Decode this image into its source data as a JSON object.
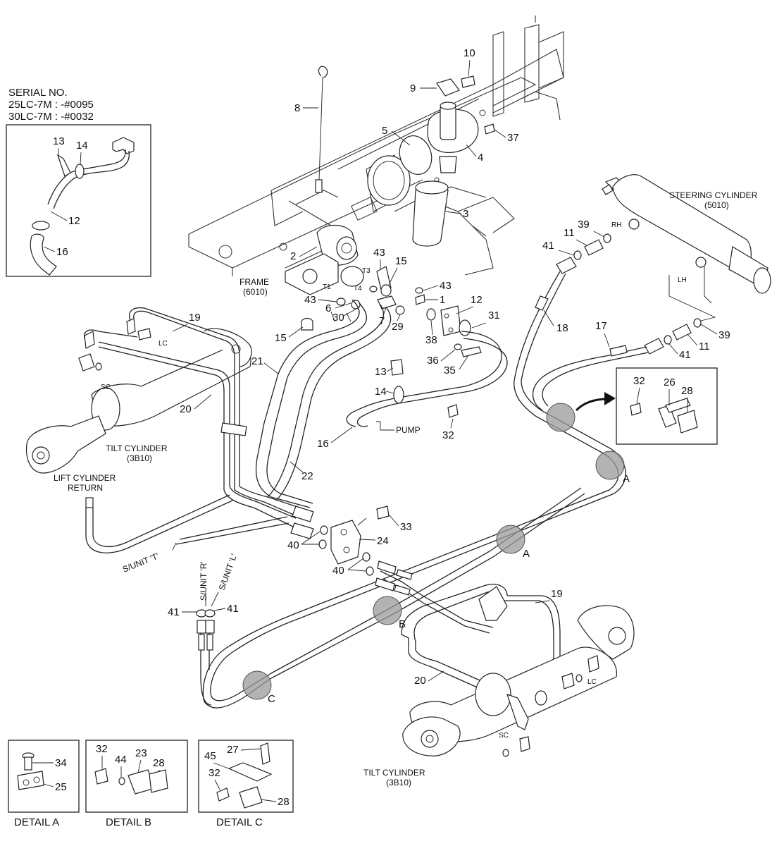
{
  "serial": {
    "title": "SERIAL NO.",
    "line1": "25LC-7M : -#0095",
    "line2": "30LC-7M : -#0032"
  },
  "components": {
    "steering_cylinder": "STEERING CYLINDER",
    "steering_cylinder_code": "(5010)",
    "frame": "FRAME",
    "frame_code": "(6010)",
    "tilt_cylinder": "TILT CYLINDER",
    "tilt_cylinder_code": "(3B10)",
    "tilt_cylinder_lower": "TILT CYLINDER",
    "tilt_cylinder_lower_code": "(3B10)",
    "lift_return_1": "LIFT CYLINDER",
    "lift_return_2": "RETURN",
    "pump": "PUMP",
    "sunit_t": "S/UNIT 'T'",
    "sunit_r": "S/UNIT 'R'",
    "sunit_l": "S/UNIT 'L'"
  },
  "ports": {
    "rh": "RH",
    "lh": "LH",
    "t1": "T1",
    "t3": "T3",
    "t4": "T4",
    "lc_upper": "LC",
    "sc_upper": "SC",
    "lc_lower": "LC",
    "sc_lower": "SC"
  },
  "detail_letters": {
    "a1": "A",
    "a2": "A",
    "b": "B",
    "c": "C"
  },
  "details": {
    "a": {
      "caption": "DETAIL A",
      "parts": [
        "34",
        "25"
      ]
    },
    "b": {
      "caption": "DETAIL B",
      "parts": [
        "32",
        "44",
        "23",
        "28"
      ]
    },
    "c": {
      "caption": "DETAIL C",
      "parts": [
        "27",
        "45",
        "32",
        "28"
      ]
    }
  },
  "callouts": {
    "p1": "1",
    "p2": "2",
    "p3": "3",
    "p4": "4",
    "p5": "5",
    "p6": "6",
    "p7": "7",
    "p8": "8",
    "p9": "9",
    "p10": "10",
    "p11a": "11",
    "p11b": "11",
    "p12a": "12",
    "p12b": "12",
    "p13a": "13",
    "p13b": "13",
    "p14a": "14",
    "p14b": "14",
    "p15a": "15",
    "p15b": "15",
    "p16a": "16",
    "p16b": "16",
    "p17": "17",
    "p18": "18",
    "p19a": "19",
    "p19b": "19",
    "p20a": "20",
    "p20b": "20",
    "p21": "21",
    "p22": "22",
    "p24": "24",
    "p26": "26",
    "p28": "28",
    "p29": "29",
    "p30": "30",
    "p31": "31",
    "p32a": "32",
    "p32b": "32",
    "p33": "33",
    "p35": "35",
    "p36": "36",
    "p37": "37",
    "p38": "38",
    "p39a": "39",
    "p39b": "39",
    "p40a": "40",
    "p40b": "40",
    "p41a": "41",
    "p41b": "41",
    "p41c": "41",
    "p41d": "41",
    "p43a": "43",
    "p43b": "43",
    "p43c": "43"
  },
  "colors": {
    "line": "#222222",
    "spot": "#9a9a9a",
    "background": "#ffffff"
  }
}
